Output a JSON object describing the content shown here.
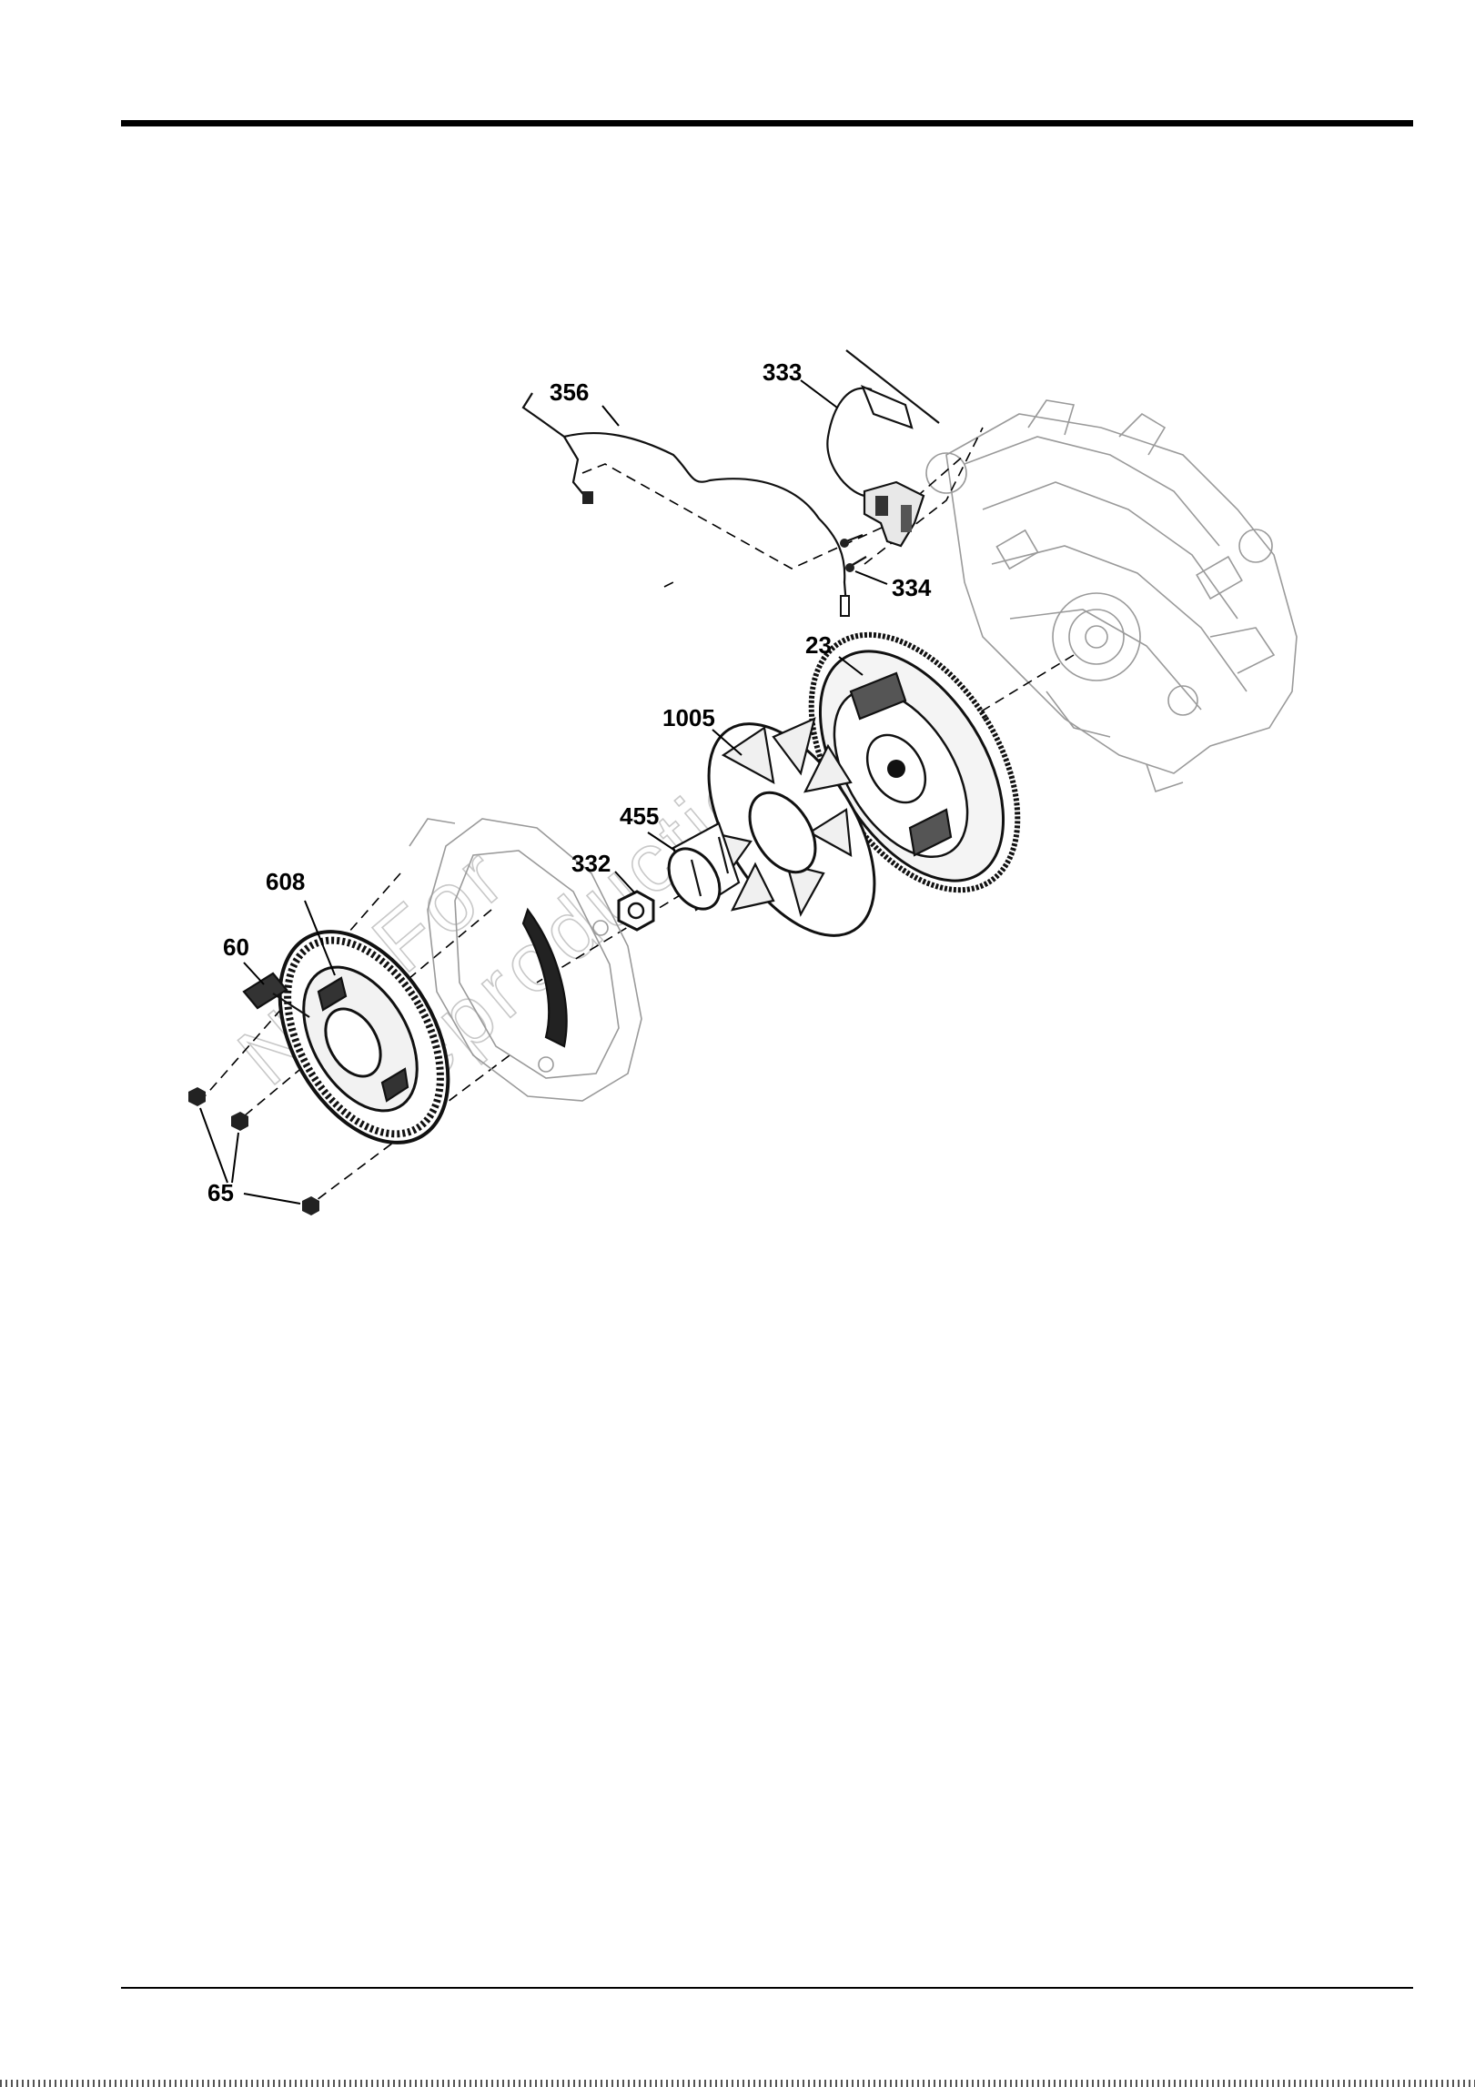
{
  "watermark": [
    "Not For",
    "Reproduction"
  ],
  "callouts": {
    "p356": "356",
    "p333": "333",
    "p334": "334",
    "p23": "23",
    "p1005": "1005",
    "p455": "455",
    "p332": "332",
    "p608": "608",
    "p60": "60",
    "p65": "65"
  },
  "components": [
    "wiring-harness",
    "ignition-module",
    "module-screws",
    "flywheel",
    "cooling-fan",
    "fan-cup",
    "flywheel-nut",
    "blower-housing",
    "recoil-starter",
    "starter-handle",
    "starter-mounting-nuts",
    "engine-block"
  ]
}
